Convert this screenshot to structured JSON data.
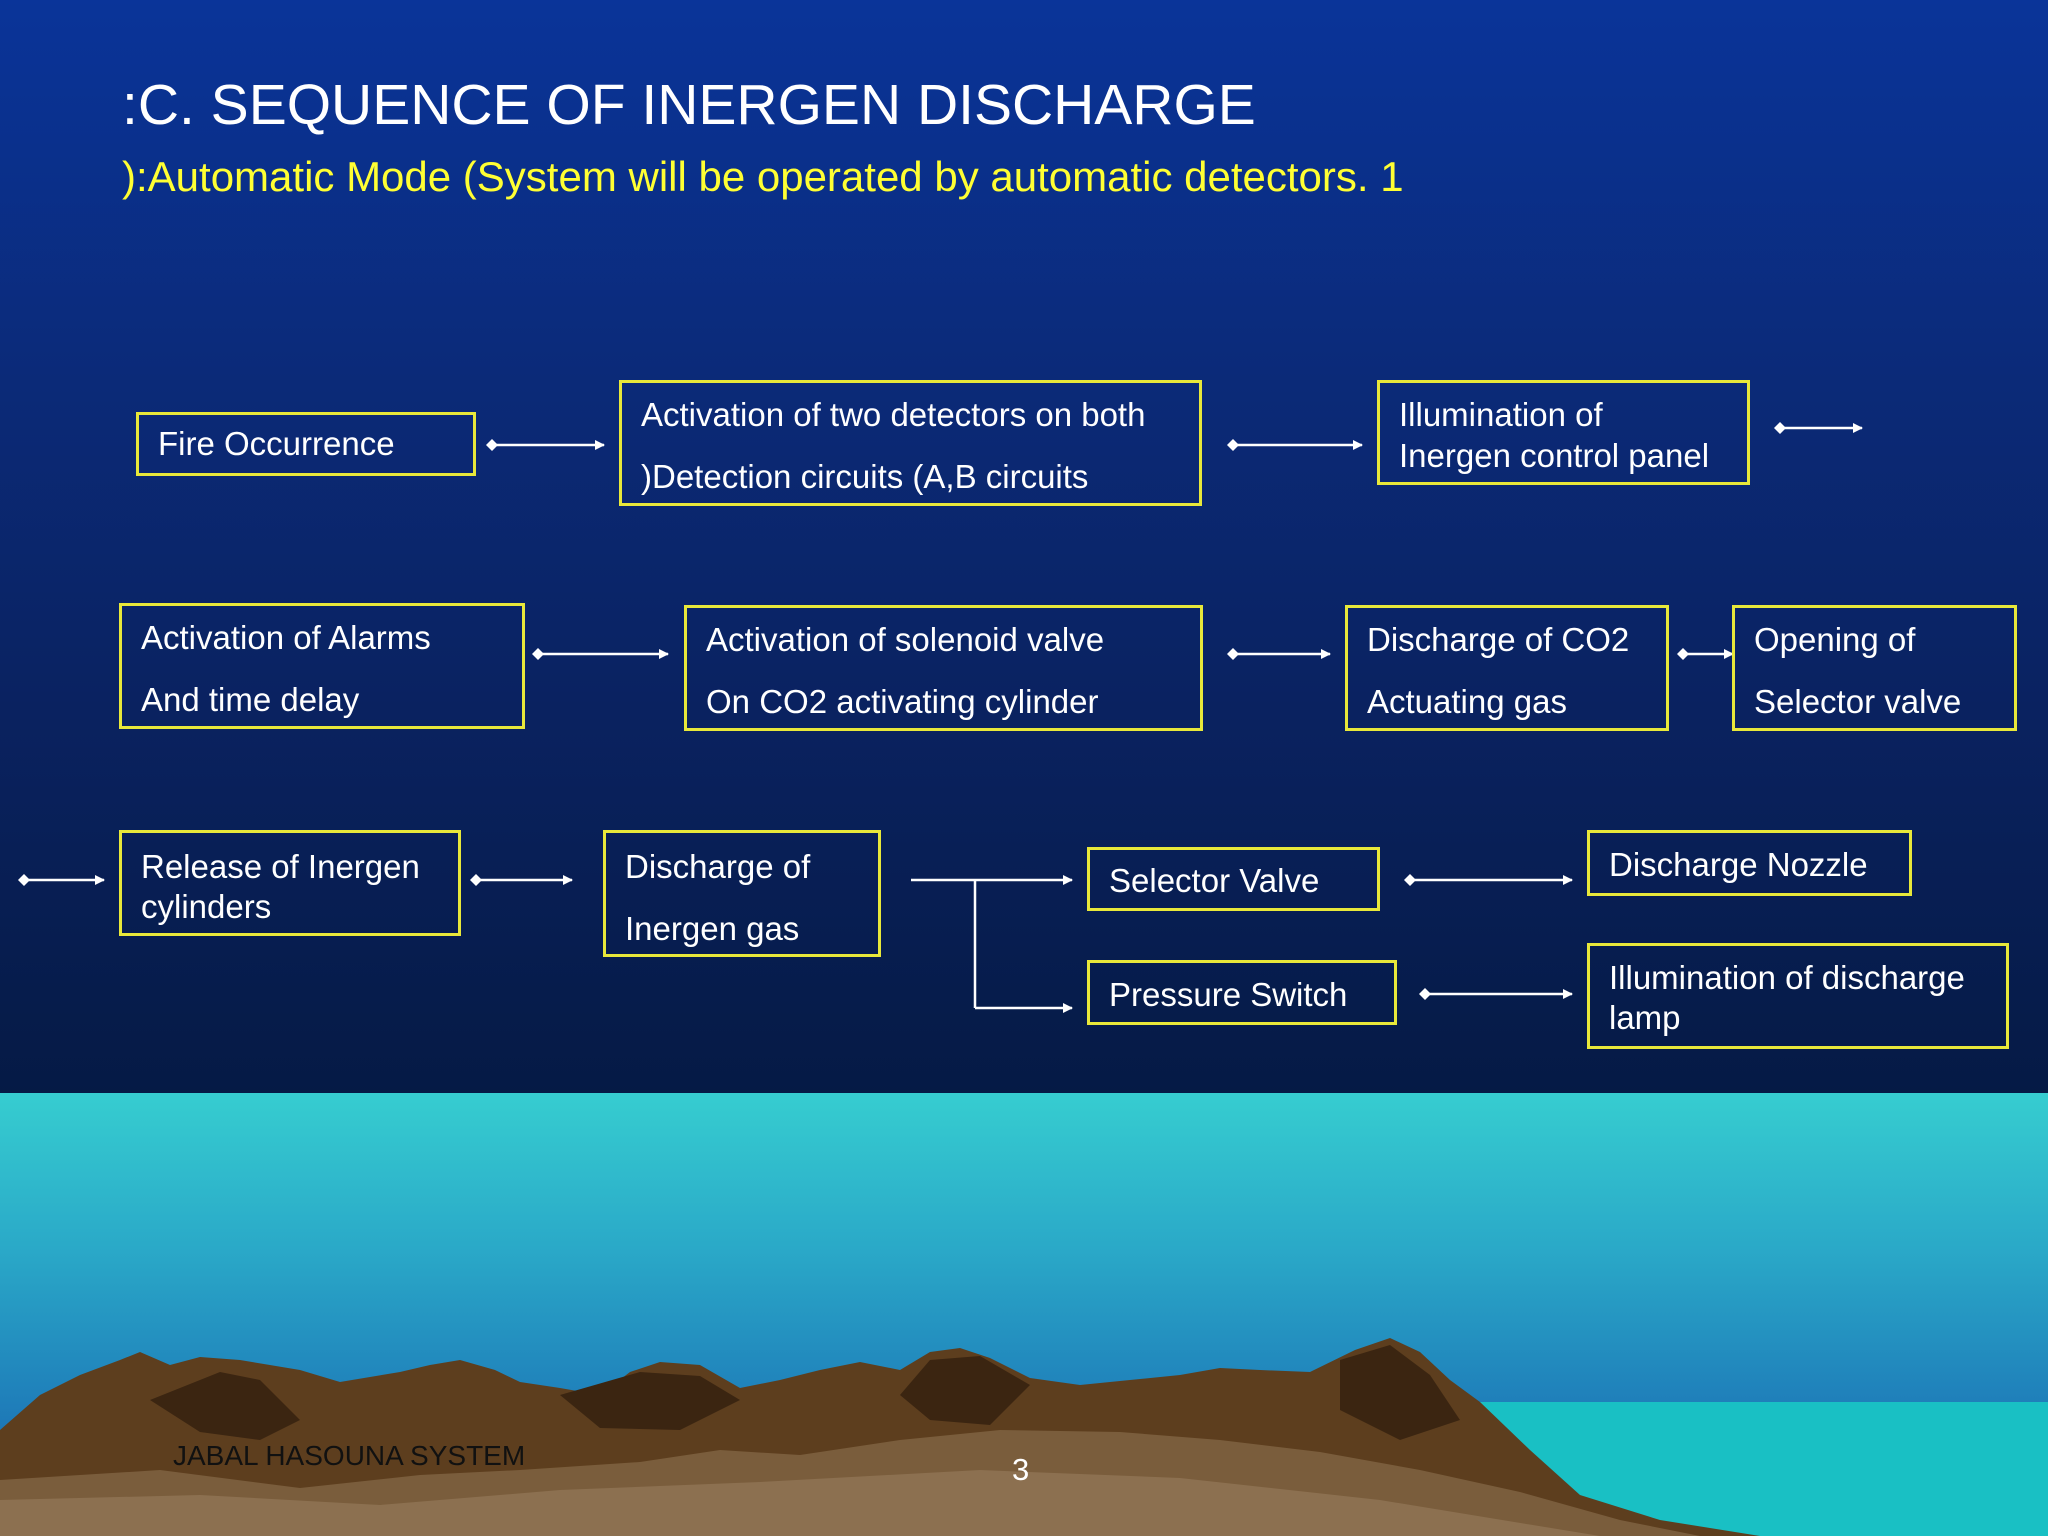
{
  "slide": {
    "title": ":C. SEQUENCE OF INERGEN DISCHARGE",
    "subtitle": "):Automatic Mode (System will be operated by automatic detectors.   1",
    "footer": "JABAL HASOUNA SYSTEM",
    "page_number": "3"
  },
  "colors": {
    "box_border": "#e8e83a",
    "subtitle": "#ffff33",
    "text": "#ffffff",
    "sky": "#0b2a78",
    "sea": "#36cdd0"
  },
  "flow": {
    "fire_occurrence": [
      "Fire Occurrence"
    ],
    "activation_detectors": [
      "Activation of two detectors on both",
      ")Detection circuits (A,B circuits"
    ],
    "illumination_panel": [
      "Illumination of",
      "Inergen control panel"
    ],
    "activation_alarms": [
      "Activation of  Alarms",
      "And time delay"
    ],
    "activation_solenoid": [
      "Activation of solenoid valve",
      "On CO2 activating cylinder"
    ],
    "discharge_co2": [
      "Discharge of CO2",
      "Actuating gas"
    ],
    "opening_selector": [
      "Opening of",
      "Selector valve"
    ],
    "release_cylinders": [
      "Release of Inergen",
      "cylinders"
    ],
    "discharge_inergen": [
      "Discharge of",
      "Inergen gas"
    ],
    "selector_valve": [
      "Selector Valve"
    ],
    "discharge_nozzle": [
      "Discharge Nozzle"
    ],
    "pressure_switch": [
      "Pressure Switch"
    ],
    "illumination_lamp": [
      "Illumination of discharge",
      "lamp"
    ]
  }
}
